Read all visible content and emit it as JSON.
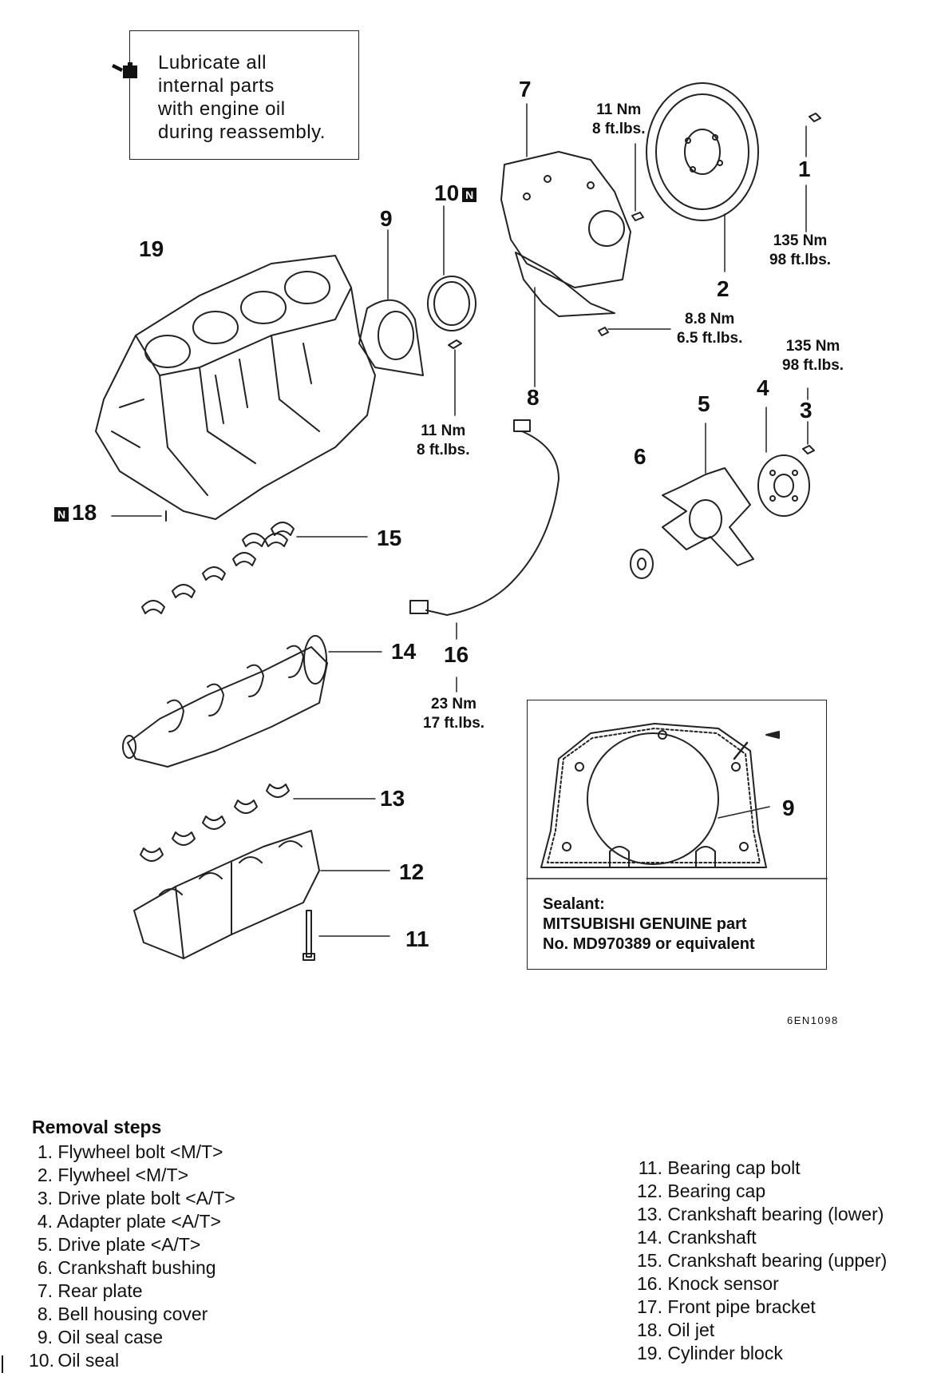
{
  "note": {
    "lines": [
      "Lubricate all",
      "internal parts",
      "with engine oil",
      "during reassembly."
    ],
    "icon": "oil-can-icon"
  },
  "parts": [
    {
      "num": "1"
    },
    {
      "num": "2"
    },
    {
      "num": "3"
    },
    {
      "num": "4"
    },
    {
      "num": "5"
    },
    {
      "num": "6"
    },
    {
      "num": "7"
    },
    {
      "num": "8"
    },
    {
      "num": "9"
    },
    {
      "num": "10"
    },
    {
      "num": "11"
    },
    {
      "num": "12"
    },
    {
      "num": "13"
    },
    {
      "num": "14"
    },
    {
      "num": "15"
    },
    {
      "num": "16"
    },
    {
      "num": "18"
    },
    {
      "num": "19"
    }
  ],
  "torques": {
    "rear_plate_bolt": [
      "11 Nm",
      "8 ft.lbs."
    ],
    "flywheel_bolt": [
      "135 Nm",
      "98 ft.lbs."
    ],
    "bell_housing_bolt": [
      "8.8 Nm",
      "6.5 ft.lbs."
    ],
    "drive_plate_bolt": [
      "135 Nm",
      "98 ft.lbs."
    ],
    "oil_seal_case_bolt": [
      "11 Nm",
      "8 ft.lbs."
    ],
    "knock_sensor": [
      "23 Nm",
      "17 ft.lbs."
    ]
  },
  "new_part_badge": "N",
  "inset": {
    "label": "9",
    "sealant_lines": [
      "Sealant:",
      "MITSUBISHI GENUINE part",
      "No. MD970389 or equivalent"
    ]
  },
  "figure_code": "6EN1098",
  "removal": {
    "title": "Removal steps",
    "left": [
      {
        "num": "1.",
        "text": "Flywheel bolt <M/T>"
      },
      {
        "num": "2.",
        "text": "Flywheel <M/T>"
      },
      {
        "num": "3.",
        "text": "Drive plate bolt <A/T>"
      },
      {
        "num": "4.",
        "text": "Adapter plate <A/T>"
      },
      {
        "num": "5.",
        "text": "Drive plate <A/T>"
      },
      {
        "num": "6.",
        "text": "Crankshaft bushing"
      },
      {
        "num": "7.",
        "text": "Rear plate"
      },
      {
        "num": "8.",
        "text": "Bell housing cover"
      },
      {
        "num": "9.",
        "text": "Oil seal case"
      },
      {
        "num": "10.",
        "text": "Oil seal"
      }
    ],
    "right": [
      {
        "num": "11.",
        "text": "Bearing cap bolt"
      },
      {
        "num": "12.",
        "text": "Bearing cap"
      },
      {
        "num": "13.",
        "text": "Crankshaft bearing (lower)"
      },
      {
        "num": "14.",
        "text": "Crankshaft"
      },
      {
        "num": "15.",
        "text": "Crankshaft bearing (upper)"
      },
      {
        "num": "16.",
        "text": "Knock sensor"
      },
      {
        "num": "17.",
        "text": "Front pipe bracket"
      },
      {
        "num": "18.",
        "text": "Oil jet"
      },
      {
        "num": "19.",
        "text": "Cylinder block"
      }
    ]
  }
}
